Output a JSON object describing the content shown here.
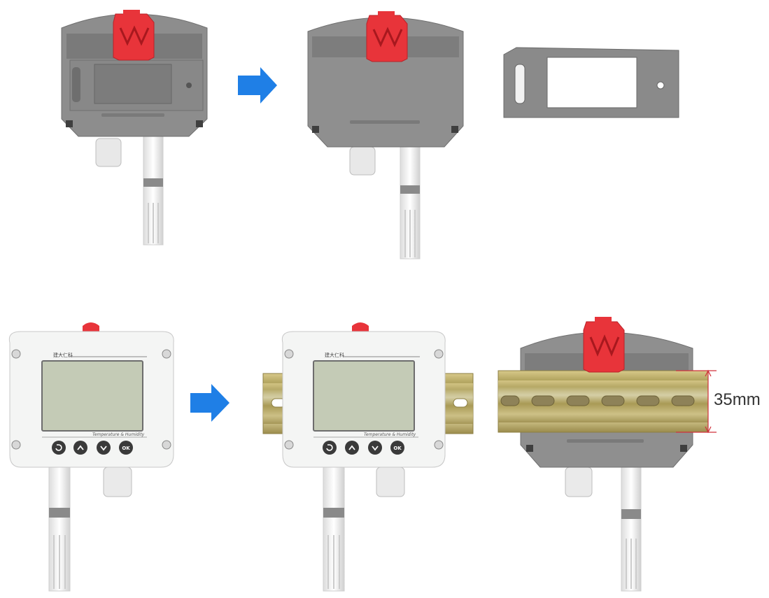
{
  "scene": {
    "dimension_label": "35mm",
    "brand_text": "建大仁科",
    "device_caption": "Temperature & Humidity",
    "ok_label": "OK",
    "colors": {
      "housing_gray": "#8c8c8c",
      "clip_red": "#e8343a",
      "arrow_blue": "#1f7fe6",
      "front_white": "#f4f5f4",
      "lcd_green": "#c4cbb6",
      "button_dark": "#3a3a3a",
      "rail_metal": "#c9b777",
      "dim_line_red": "#d0303a"
    }
  }
}
